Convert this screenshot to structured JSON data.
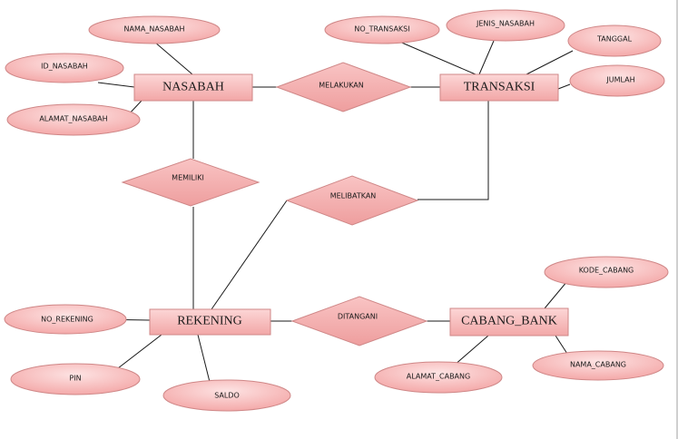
{
  "diagram": {
    "entities": {
      "nasabah": "NASABAH",
      "transaksi": "TRANSAKSI",
      "rekening": "REKENING",
      "cabang_bank": "CABANG_BANK"
    },
    "relationships": {
      "melakukan": "MELAKUKAN",
      "memiliki": "MEMILIKI",
      "melibatkan": "MELIBATKAN",
      "ditangani": "DITANGANI"
    },
    "attributes": {
      "nama_nasabah": "NAMA_NASABAH",
      "id_nasabah": "ID_NASABAH",
      "alamat_nasabah": "ALAMAT_NASABAH",
      "no_transaksi": "NO_TRANSAKSI",
      "jenis_nasabah": "JENIS_NASABAH",
      "tanggal": "TANGGAL",
      "jumlah": "JUMLAH",
      "no_rekening": "NO_REKENING",
      "pin": "PIN",
      "saldo": "SALDO",
      "kode_cabang": "KODE_CABANG",
      "nama_cabang": "NAMA_CABANG",
      "alamat_cabang": "ALAMAT_CABANG"
    },
    "colors": {
      "fill": "#f7b9b9",
      "fill_light": "#fde3e3",
      "stroke": "#cf8787",
      "line": "#1a1a1a"
    }
  }
}
